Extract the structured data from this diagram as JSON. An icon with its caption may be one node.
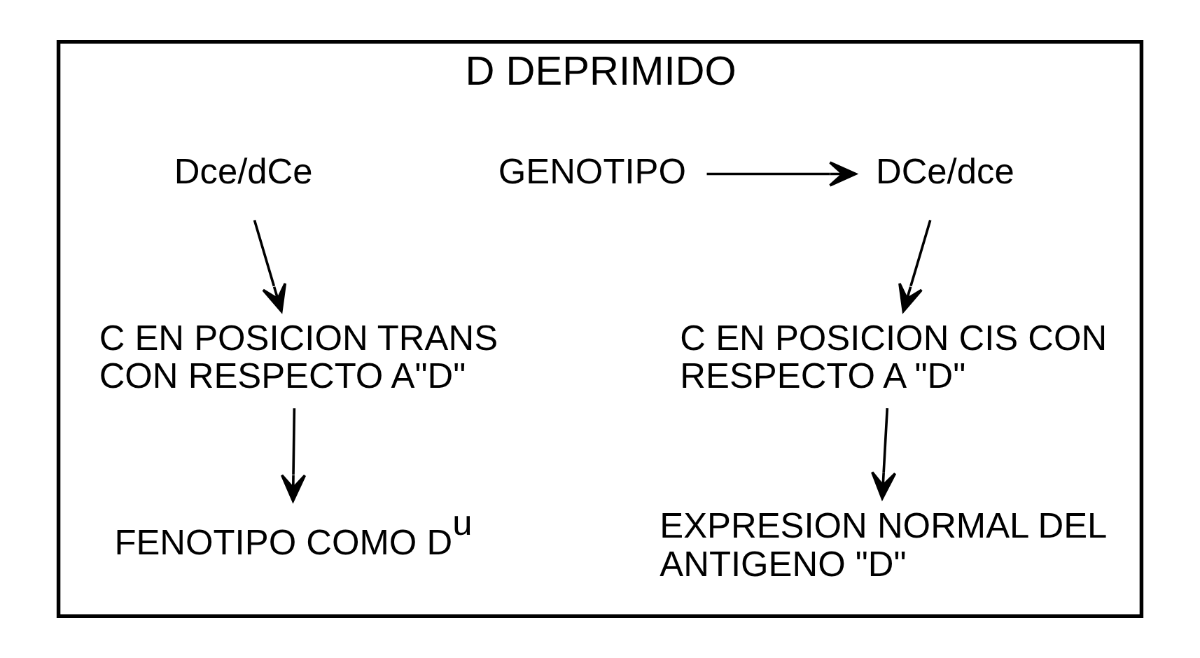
{
  "diagram": {
    "nodes": [
      {
        "text": [
          "D DEPRIMIDO"
        ]
      },
      {
        "text": [
          "GENOTIPO"
        ],
        "in": 0
      },
      {
        "text": [
          "DCe/dce"
        ],
        "in": 0
      },
      {
        "text": [
          "Dce/dCe"
        ],
        "in": 0
      },
      {
        "text": [
          "C EN POSICION CIS CON RESPECTO A \"D\""
        ],
        "in": 0
      },
      {
        "text": [
          "C EN POSICION TRANS CON RESPECTO A\"D\""
        ],
        "in": 0
      },
      {
        "text": [
          "EXPRESION NORMAL DEL ANTIGENO \"D\""
        ],
        "in": 0
      },
      {
        "text": [
          "FENOTIPO COMO D$^{u}$"
        ],
        "in": 0
      }
    ],
    "edges": [
      {
        "from": 1,
        "to": 2,
        "arrow": "to"
      },
      {
        "from": 2,
        "to": 4,
        "arrow": "to"
      },
      {
        "from": 3,
        "to": 5,
        "arrow": "to"
      },
      {
        "from": 4,
        "to": 6,
        "arrow": "to"
      },
      {
        "from": 5,
        "to": 7,
        "arrow": "to"
      }
    ]
  }
}
